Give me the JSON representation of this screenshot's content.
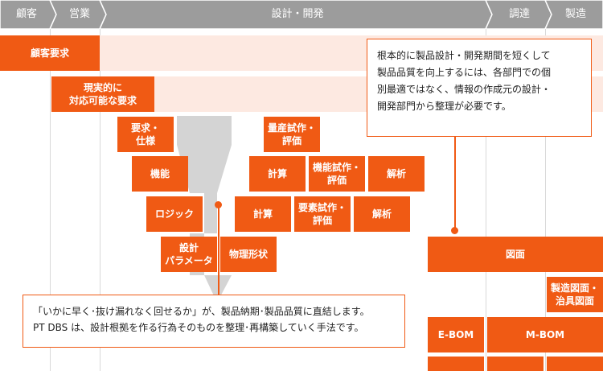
{
  "header": {
    "stages": [
      {
        "label": "顧客"
      },
      {
        "label": "営業"
      },
      {
        "label": "設計・開発"
      },
      {
        "label": "調達"
      },
      {
        "label": "製造"
      }
    ]
  },
  "requirements": {
    "customer": "顧客要求",
    "realistic": "現実的に\n対応可能な要求"
  },
  "design_stack": {
    "spec": "要求・\n仕様",
    "function": "機能",
    "logic": "ロジック",
    "param": "設計\nパラメータ",
    "physical": "物理形状"
  },
  "verification": {
    "qty_trial": "量産試作・\n評価",
    "calc1": "計算",
    "func_trial": "機能試作・\n評価",
    "analysis1": "解析",
    "calc2": "計算",
    "elem_trial": "要素試作・\n評価",
    "analysis2": "解析"
  },
  "manufacturing": {
    "drawing": "図面",
    "mfg_drawing": "製造図面・\n治具図面",
    "ebom": "E-BOM",
    "mbom": "M-BOM"
  },
  "callouts": {
    "top": "根本的に製品設計・開発期間を短くして\n製品品質を向上するには、各部門での個\n別最適ではなく、情報の作成元の設計・\n開発部門から整理が必要です。",
    "bottom": "「いかに早く･抜け漏れなく回せるか」が、製品納期･製品品質に直結します。\nPT DBS は、設計根拠を作る行為そのものを整理･再構築していく手法です。"
  },
  "colors": {
    "header_gray": "#9c9c9c",
    "accent_orange": "#f05a14",
    "band_peach": "#fde9e1",
    "funnel_gray": "#d4d4d4"
  }
}
